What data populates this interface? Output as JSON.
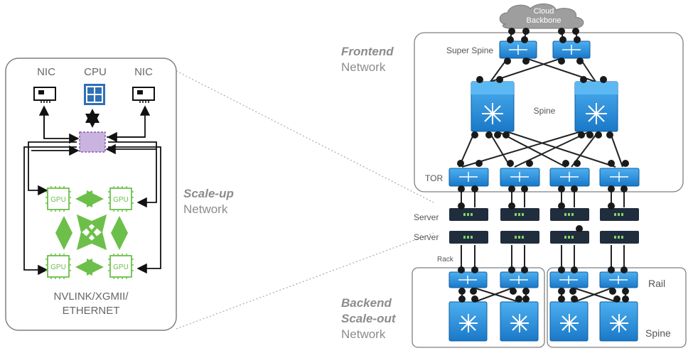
{
  "scaleup_panel": {
    "nic_left": "NIC",
    "cpu": "CPU",
    "nic_right": "NIC",
    "gpu_label": "GPU",
    "interconnect_line1": "NVLINK/XGMII/",
    "interconnect_line2": "ETHERNET"
  },
  "scaleup_caption": {
    "bold": "Scale-up",
    "normal": "Network"
  },
  "frontend_caption": {
    "bold": "Frontend",
    "normal": "Network"
  },
  "backend_caption": {
    "bold1": "Backend",
    "bold2": "Scale-out",
    "normal": "Network"
  },
  "cloud": {
    "line1": "Cloud",
    "line2": "Backbone"
  },
  "frontend_labels": {
    "super_spine": "Super Spine",
    "spine": "Spine",
    "tor": "TOR"
  },
  "server_labels": {
    "server1": "Server",
    "server2": "Server",
    "rack": "Rack"
  },
  "backend_labels": {
    "rail": "Rail",
    "spine": "Spine"
  },
  "colors": {
    "switch_blue": "#1e88d6",
    "gpu_green": "#6cc04a",
    "frame_gray": "#7f7f7f",
    "caption_gray": "#8c8c8c",
    "cpu_blue": "#2f6fb5",
    "asic_purple": "#c9b4e0"
  }
}
